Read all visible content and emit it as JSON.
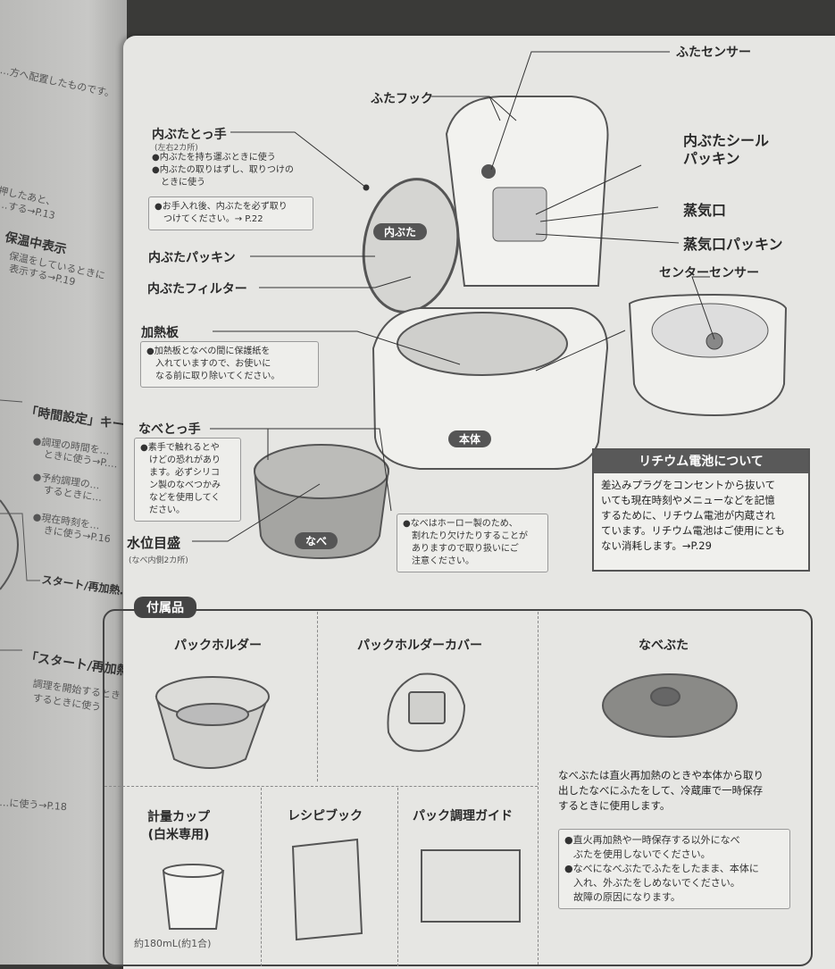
{
  "left_page": {
    "lines": [
      "…方へ配置したものです。",
      "押したあと、",
      "…する→P.13",
      "保温中表示",
      "保温をしているときに",
      "表示する→P.19",
      "「時間設定」キー",
      "●調理の時間を…",
      "ときに使う→P.…",
      "●予約調理の…",
      "するときに…",
      "●現在時刻を…",
      "きに使う→P.16",
      "スタート/再加熱…",
      "「スタート/再加熱」…",
      "調理を開始するとき",
      "するときに使う",
      "…に使う→P.18"
    ]
  },
  "main_diagram": {
    "labels": {
      "futa_sensor": "ふたセンサー",
      "futa_hook": "ふたフック",
      "inner_lid_handle": "内ぶたとっ手",
      "inner_lid_handle_sub": "(左右2カ所)",
      "inner_lid_handle_notes": [
        "●内ぶたを持ち運ぶときに使う",
        "●内ぶたの取りはずし、取りつけの",
        "ときに使う"
      ],
      "inner_lid_handle_box": [
        "●お手入れ後、内ぶたを必ず取り",
        "つけてください。→ P.22"
      ],
      "inner_lid_seal": [
        "内ぶたシール",
        "パッキン"
      ],
      "steam_vent": "蒸気口",
      "steam_vent_packing": "蒸気口パッキン",
      "center_sensor": "センターセンサー",
      "inner_lid_packing": "内ぶたパッキン",
      "inner_lid_filter": "内ぶたフィルター",
      "inner_lid_tag": "内ぶた",
      "heating_plate": "加熱板",
      "heating_plate_box": [
        "●加熱板となべの間に保護紙を",
        "入れていますので、お使いに",
        "なる前に取り除いてください。"
      ],
      "body_tag": "本体",
      "pot_handle": "なべとっ手",
      "pot_handle_box": [
        "●素手で触れるとや",
        "けどの恐れがあり",
        "ます。必ずシリコ",
        "ン製のなべつかみ",
        "などを使用してく",
        "ださい。"
      ],
      "water_level": "水位目盛",
      "water_level_sub": "(なべ内側2カ所)",
      "pot_tag": "なべ",
      "pot_note_box": [
        "●なべはホーロー製のため、",
        "割れたり欠けたりすることが",
        "ありますので取り扱いにご",
        "注意ください。"
      ]
    },
    "lithium": {
      "title": "リチウム電池について",
      "body": [
        "差込みプラグをコンセントから抜いて",
        "いても現在時刻やメニューなどを記憶",
        "するために、リチウム電池が内蔵され",
        "ています。リチウム電池はご使用にとも",
        "ない消耗します。→P.29"
      ]
    }
  },
  "accessories": {
    "title": "付属品",
    "pack_holder": "パックホルダー",
    "pack_holder_cover": "パックホルダーカバー",
    "pot_lid": "なべぶた",
    "pot_lid_desc": [
      "なべぶたは直火再加熱のときや本体から取り",
      "出したなべにふたをして、冷蔵庫で一時保存",
      "するときに使用します。"
    ],
    "pot_lid_box": [
      "●直火再加熱や一時保存する以外になべ",
      "ぶたを使用しないでください。",
      "●なべになべぶたでふたをしたまま、本体に",
      "入れ、外ぶたをしめないでください。",
      "故障の原因になります。"
    ],
    "measuring_cup": [
      "計量カップ",
      "(白米専用)"
    ],
    "measuring_cup_sub": "約180mL(約1合)",
    "recipe_book": "レシピブック",
    "pack_guide": "パック調理ガイド"
  }
}
